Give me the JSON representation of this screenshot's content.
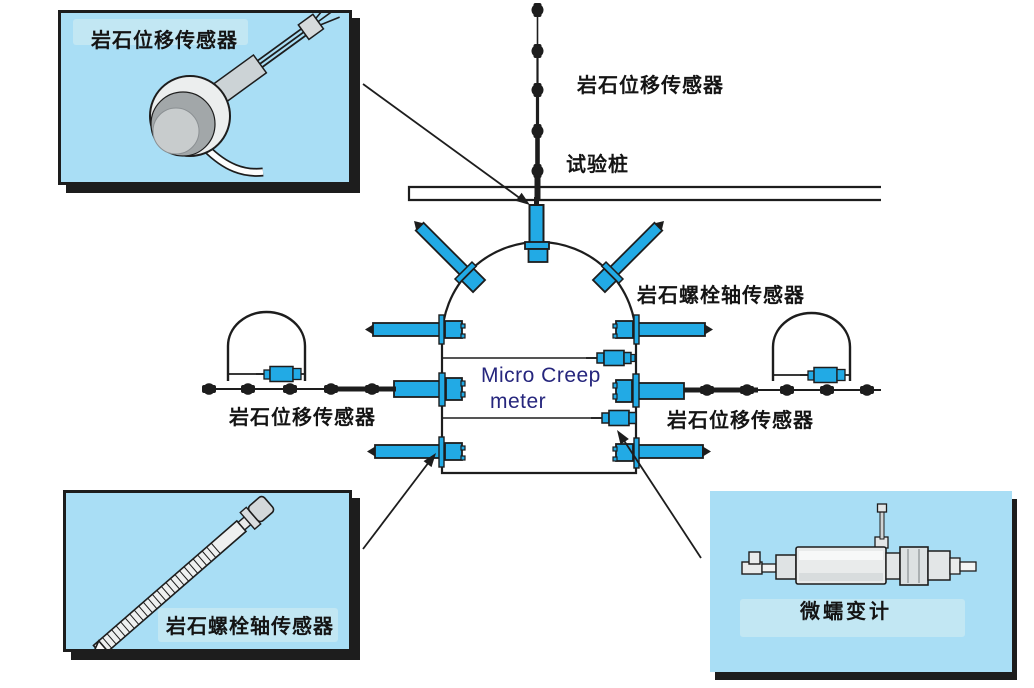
{
  "diagram": {
    "insets": {
      "top_left": {
        "label": "岩石位移传感器",
        "image": "rock-displacement-sensor-photo"
      },
      "bottom_left": {
        "label": "岩石螺栓轴传感器",
        "image": "rock-bolt-photo"
      },
      "bottom_right": {
        "label": "微蠕变计",
        "image": "micro-creep-meter-photo"
      }
    },
    "annotations": {
      "top_sensor_chain": "岩石位移传感器",
      "test_pile": "试验桩",
      "bolt_axial_sensor": "岩石螺栓轴传感器",
      "left_displacement_chain": "岩石位移传感器",
      "right_displacement_chain": "岩石位移传感器",
      "tunnel_label_line1": "Micro Creep",
      "tunnel_label_line2": "meter"
    },
    "colors": {
      "device_blue": "#22aae5",
      "inset_background": "#a9def5",
      "line_black": "#1d1d1d",
      "creep_text": "#26267d"
    }
  }
}
